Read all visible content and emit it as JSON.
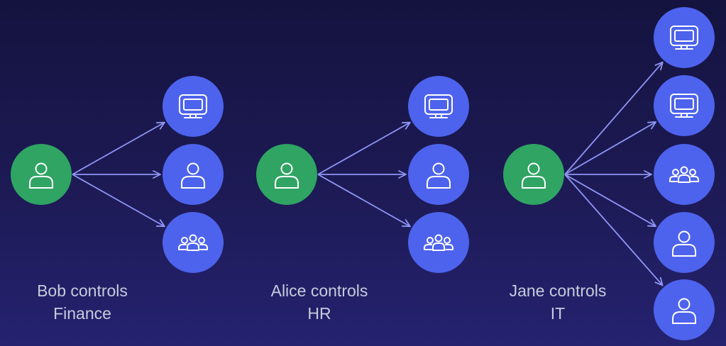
{
  "colors": {
    "background_top": "#14133f",
    "background_bottom": "#252270",
    "owner_node": "#2fa463",
    "resource_node": "#4d63ed",
    "arrow": "#8f96f5",
    "icon_stroke": "#ffffff",
    "caption_text": "#c9cbdc"
  },
  "groups": [
    {
      "owner": {
        "icon": "user-icon"
      },
      "caption": {
        "line1": "Bob controls",
        "line2": "Finance"
      },
      "resources": [
        {
          "icon": "monitor-icon"
        },
        {
          "icon": "user-icon"
        },
        {
          "icon": "group-icon"
        }
      ]
    },
    {
      "owner": {
        "icon": "user-icon"
      },
      "caption": {
        "line1": "Alice controls",
        "line2": "HR"
      },
      "resources": [
        {
          "icon": "monitor-icon"
        },
        {
          "icon": "user-icon"
        },
        {
          "icon": "group-icon"
        }
      ]
    },
    {
      "owner": {
        "icon": "user-icon"
      },
      "caption": {
        "line1": "Jane controls",
        "line2": "IT"
      },
      "resources": [
        {
          "icon": "monitor-icon"
        },
        {
          "icon": "monitor-icon"
        },
        {
          "icon": "group-icon"
        },
        {
          "icon": "user-icon"
        },
        {
          "icon": "user-icon"
        }
      ]
    }
  ]
}
